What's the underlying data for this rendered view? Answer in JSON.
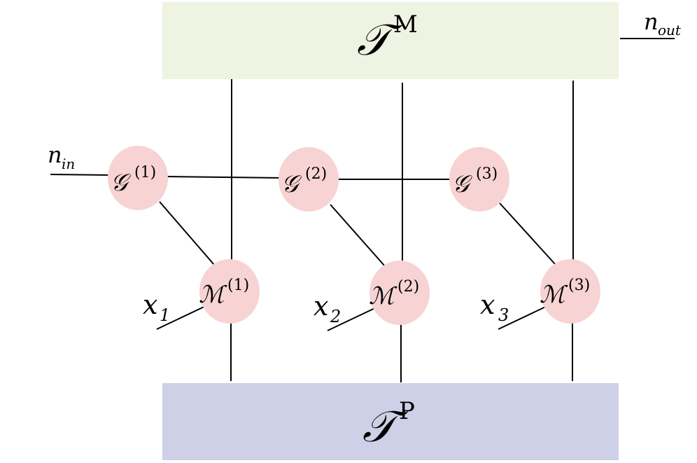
{
  "top_box": {
    "symbol": "𝒯",
    "sup": "M",
    "color": "#eef3e2"
  },
  "bottom_box": {
    "symbol": "𝒯",
    "sup": "P",
    "color": "#cdd0e6"
  },
  "node_color": "#f7d3d4",
  "g_nodes": [
    {
      "symbol": "𝒢",
      "sup": "(1)"
    },
    {
      "symbol": "𝒢",
      "sup": "(2)"
    },
    {
      "symbol": "𝒢",
      "sup": "(3)"
    }
  ],
  "m_nodes": [
    {
      "symbol": "ℳ",
      "sup": "(1)"
    },
    {
      "symbol": "ℳ",
      "sup": "(2)"
    },
    {
      "symbol": "ℳ",
      "sup": "(3)"
    }
  ],
  "inputs": [
    {
      "base": "x",
      "sub": "1"
    },
    {
      "base": "x",
      "sub": "2"
    },
    {
      "base": "x",
      "sub": "3"
    }
  ],
  "n_in": {
    "base": "n",
    "sub": "in"
  },
  "n_out": {
    "base": "n",
    "sub": "out"
  }
}
